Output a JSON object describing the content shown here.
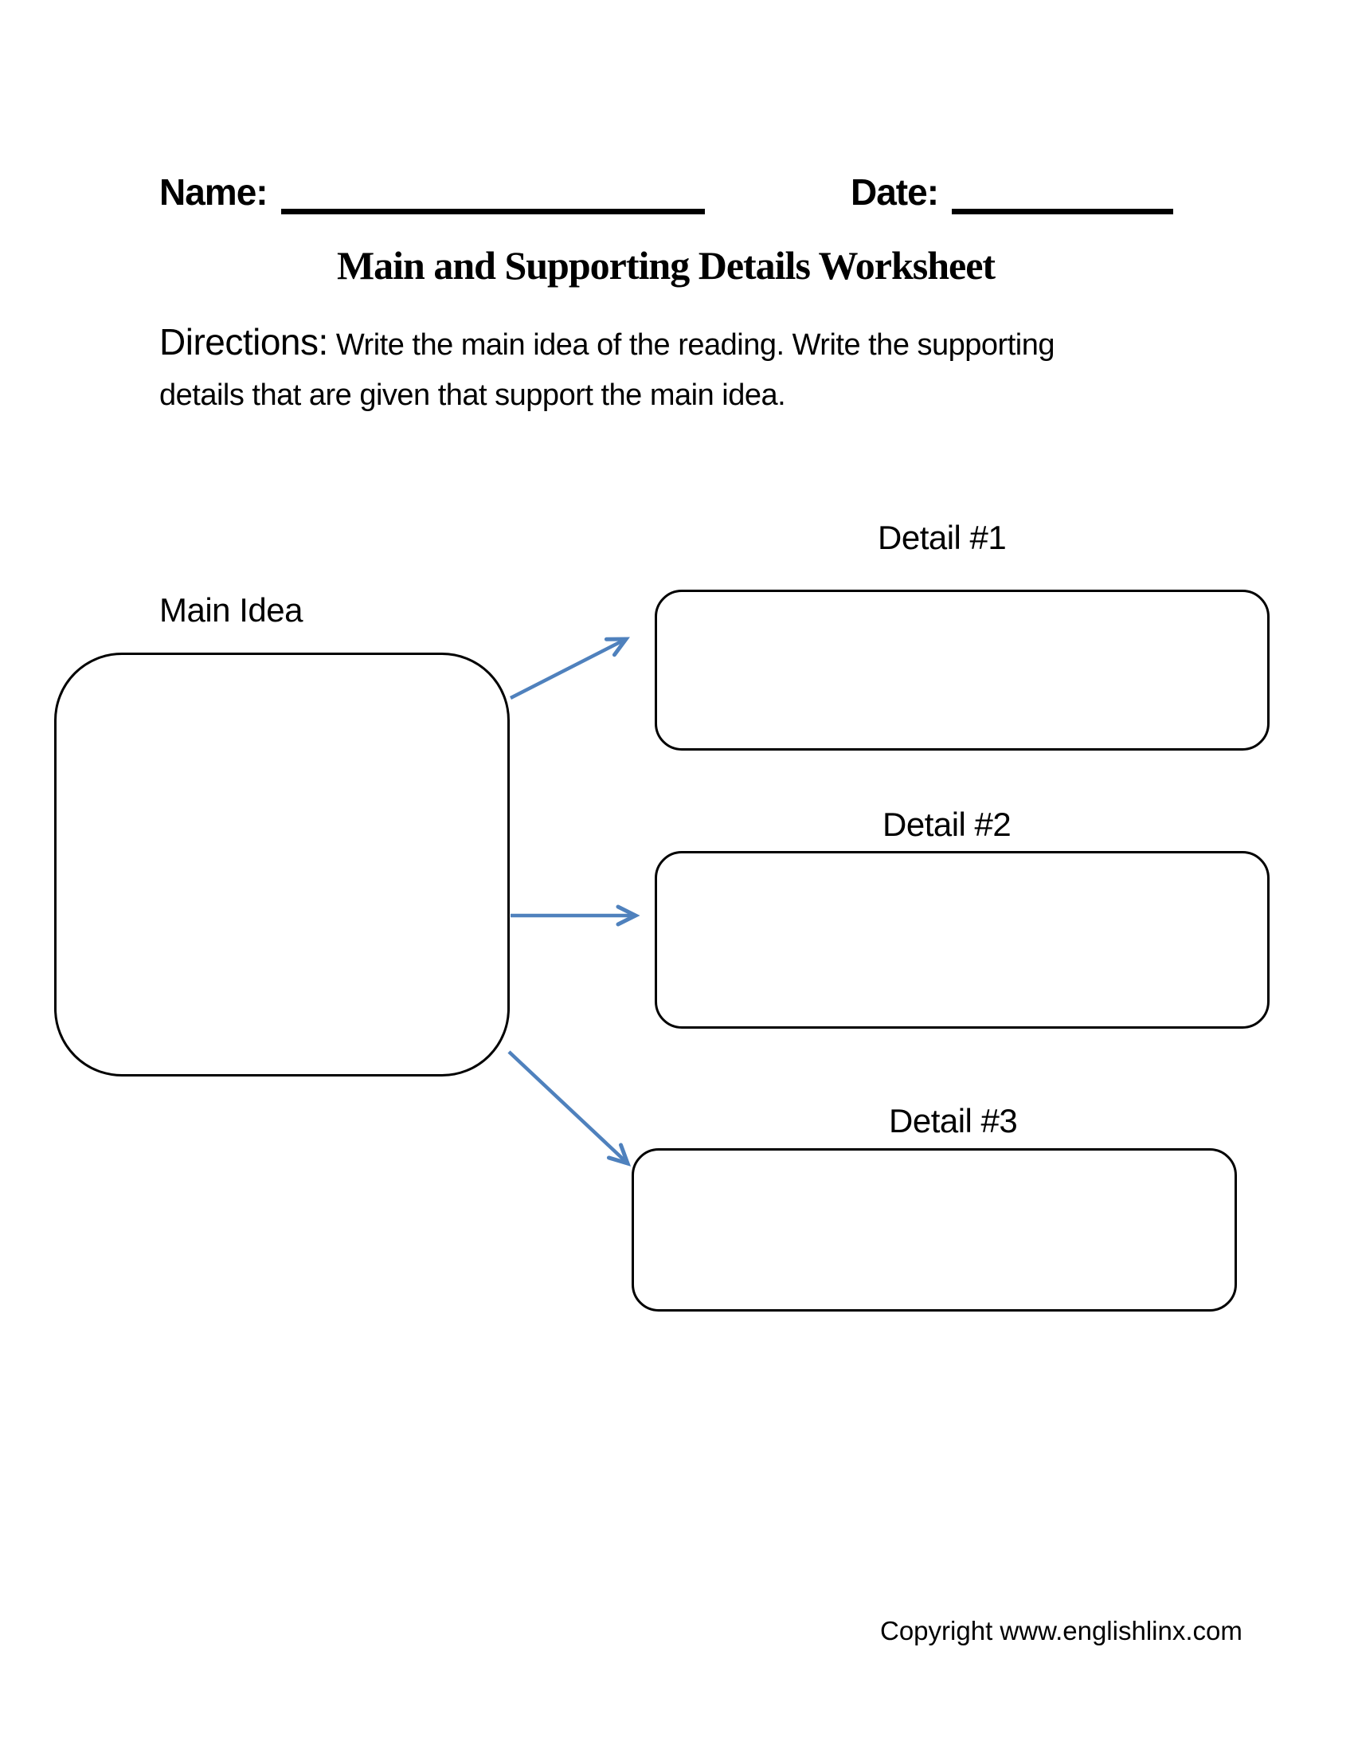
{
  "header": {
    "name_label": "Name:",
    "date_label": "Date:"
  },
  "title": "Main and Supporting Details Worksheet",
  "directions": {
    "label": "Directions:",
    "line1_rest": "Write the main idea of the reading. Write the supporting",
    "line2": "details that are given that support the main idea."
  },
  "diagram": {
    "main_idea_label": "Main Idea",
    "detail_labels": [
      "Detail #1",
      "Detail #2",
      "Detail #3"
    ],
    "arrow_color": "#4f81bd"
  },
  "footer": {
    "copyright": "Copyright www.englishlinx.com"
  }
}
